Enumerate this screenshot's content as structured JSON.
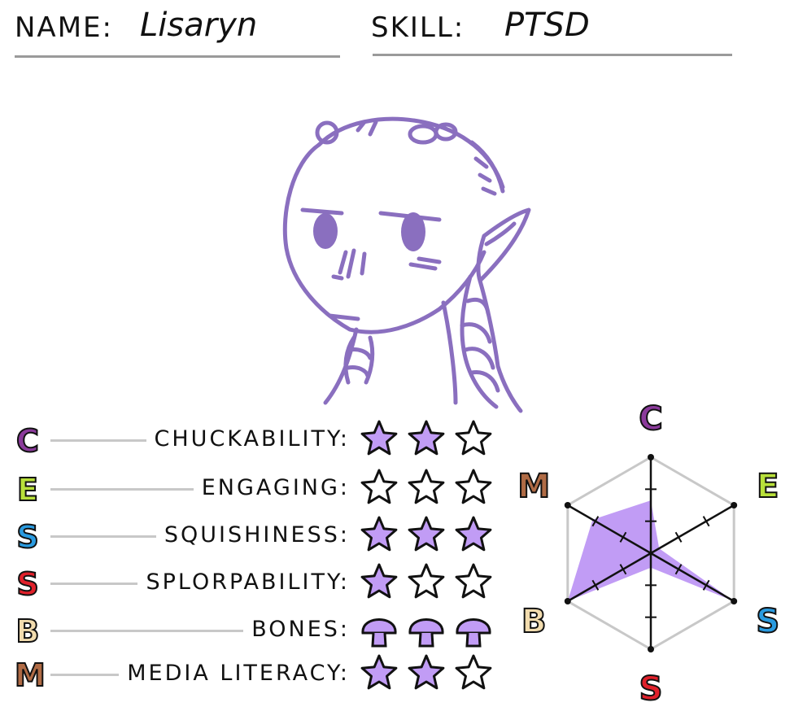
{
  "header": {
    "name_label": "NAME:",
    "name_value": "Lisaryn",
    "skill_label": "SKILL:",
    "skill_value": "PTSD"
  },
  "colors": {
    "accent_purple": "#8a6fbf",
    "fill_lilac": "#c19cf5",
    "C": "#8b3a9b",
    "E": "#b8e03a",
    "S1": "#2a9be0",
    "S2": "#e0202a",
    "B": "#f2dcae",
    "M": "#b06b45"
  },
  "stats": [
    {
      "letter": "C",
      "label": "CHUCKABILITY:",
      "rating": 2,
      "max": 3,
      "icon": "star-icon"
    },
    {
      "letter": "E",
      "label": "ENGAGING:",
      "rating": 0,
      "max": 3,
      "icon": "star-icon"
    },
    {
      "letter": "S",
      "label": "SQUISHINESS:",
      "rating": 3,
      "max": 3,
      "icon": "star-icon"
    },
    {
      "letter": "S",
      "label": "SPLORPABILITY:",
      "rating": 1,
      "max": 3,
      "icon": "star-icon"
    },
    {
      "letter": "B",
      "label": "BONES:",
      "rating": 3,
      "max": 3,
      "icon": "mushroom-icon"
    },
    {
      "letter": "M",
      "label": "MEDIA LITERACY:",
      "rating": 2,
      "max": 3,
      "icon": "star-icon"
    }
  ],
  "radar": {
    "axes": [
      "C",
      "E",
      "S",
      "S",
      "B",
      "M"
    ],
    "values": [
      0.55,
      0.1,
      1.0,
      0.15,
      1.0,
      0.7
    ]
  }
}
